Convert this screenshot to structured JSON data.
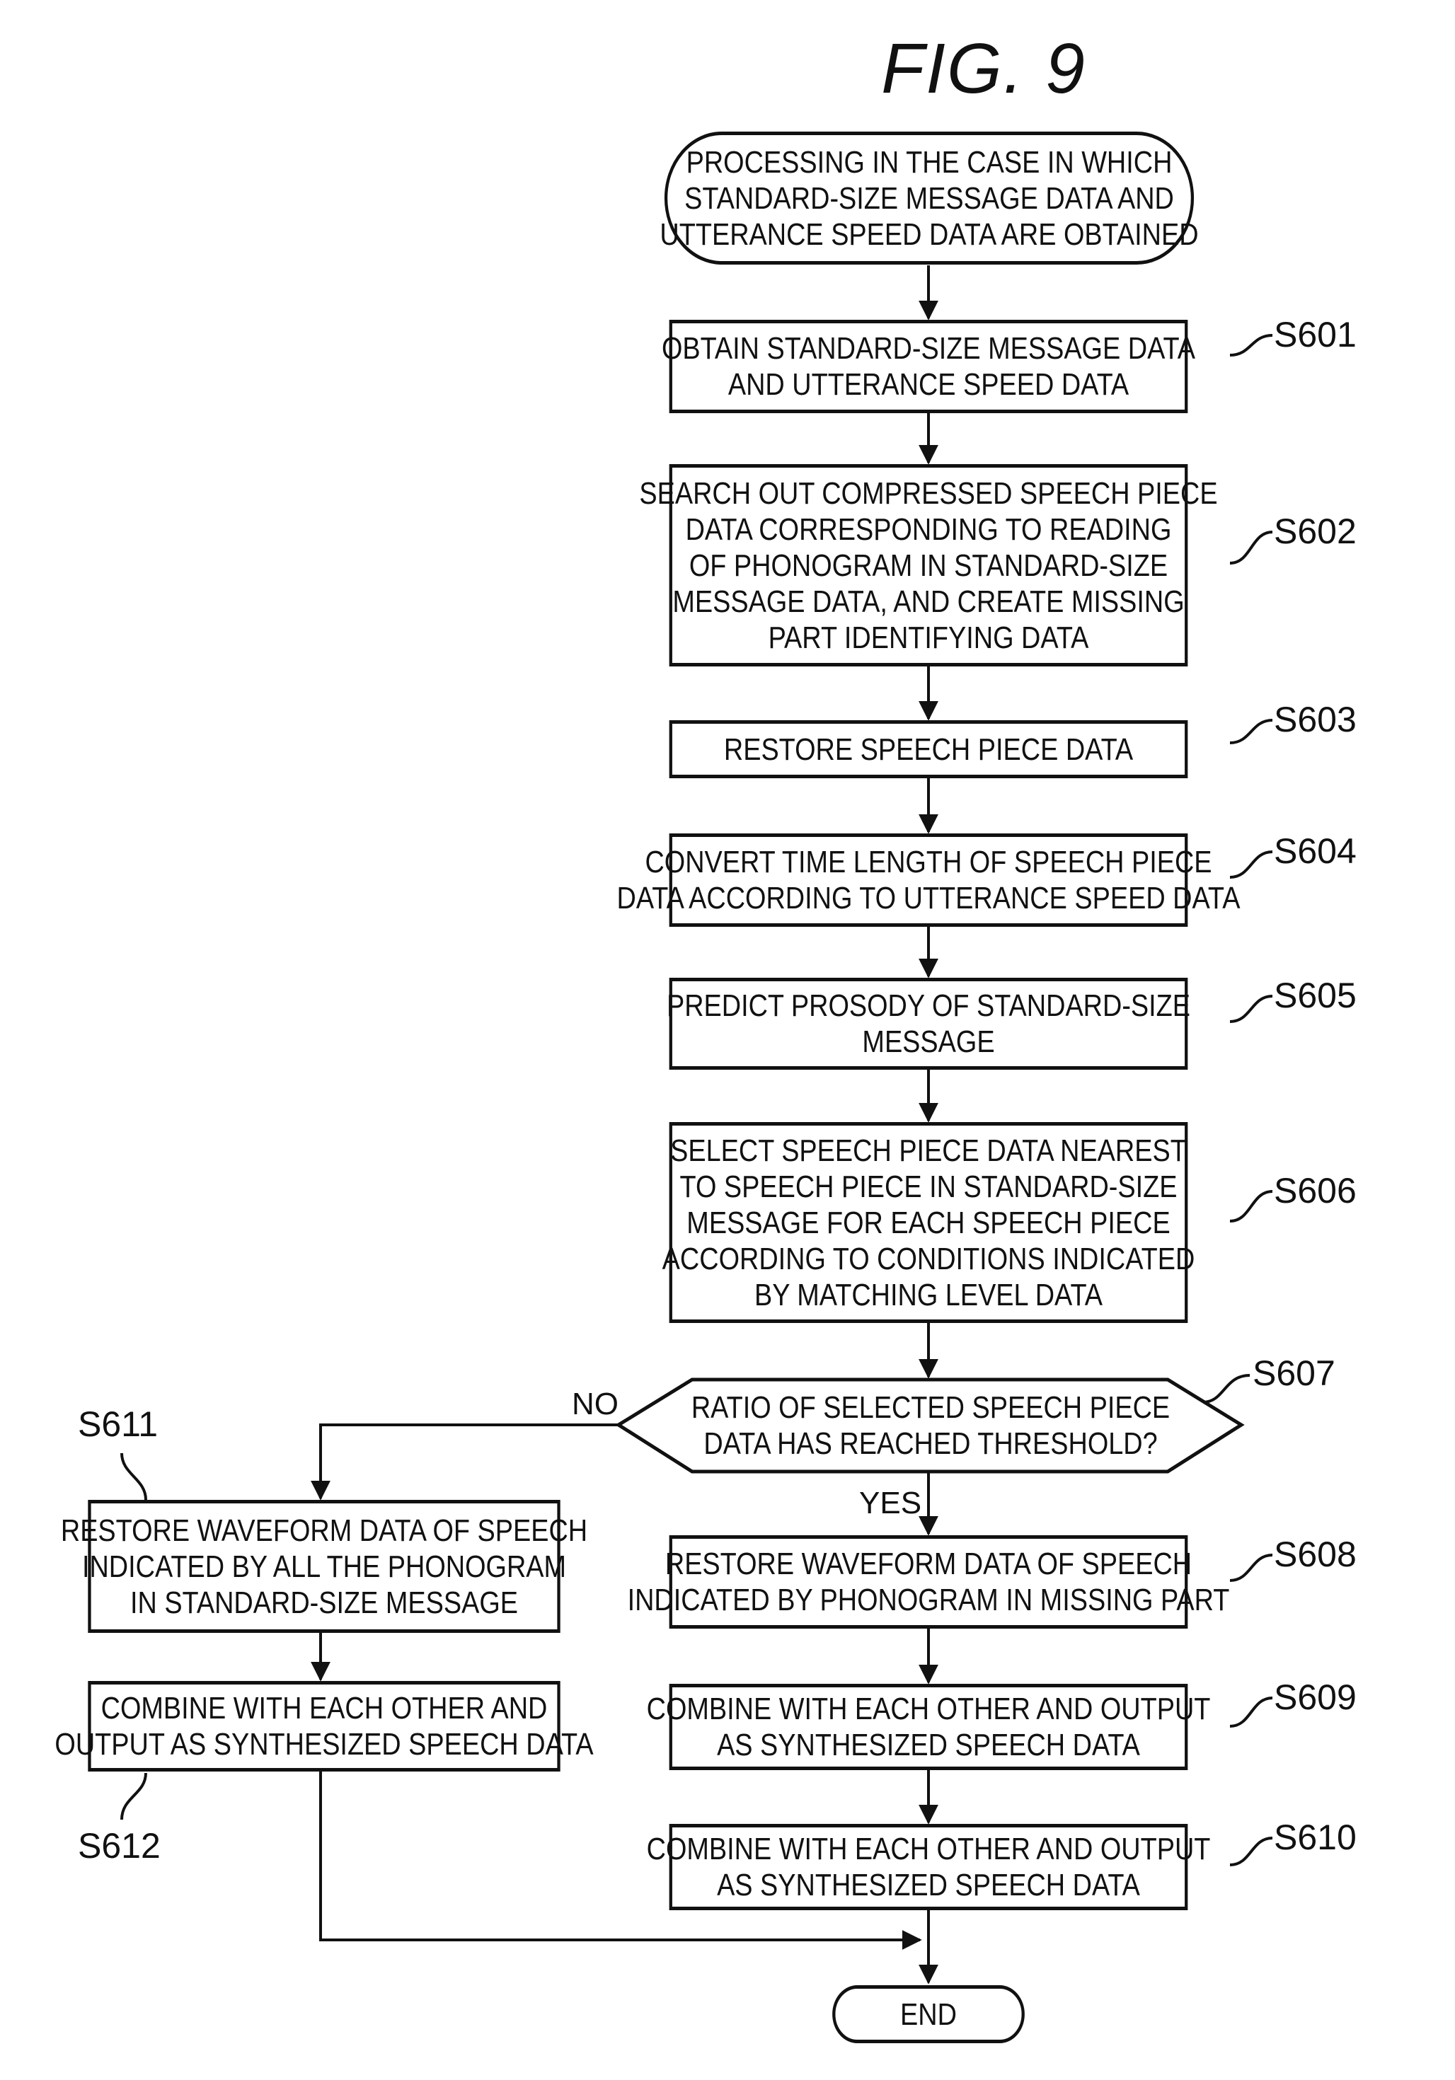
{
  "figure": {
    "title": "FIG.  9"
  },
  "start": {
    "lines": [
      "PROCESSING IN THE CASE IN WHICH",
      "STANDARD-SIZE MESSAGE DATA AND",
      "UTTERANCE SPEED DATA ARE OBTAINED"
    ]
  },
  "steps": {
    "s601": {
      "label": "S601",
      "lines": [
        "OBTAIN STANDARD-SIZE MESSAGE DATA",
        "AND UTTERANCE SPEED DATA"
      ]
    },
    "s602": {
      "label": "S602",
      "lines": [
        "SEARCH OUT COMPRESSED SPEECH PIECE",
        "DATA CORRESPONDING TO READING",
        "OF PHONOGRAM IN STANDARD-SIZE",
        "MESSAGE DATA, AND CREATE MISSING",
        "PART IDENTIFYING DATA"
      ]
    },
    "s603": {
      "label": "S603",
      "lines": [
        "RESTORE SPEECH PIECE DATA"
      ]
    },
    "s604": {
      "label": "S604",
      "lines": [
        "CONVERT TIME LENGTH OF SPEECH PIECE",
        "DATA ACCORDING TO UTTERANCE SPEED DATA"
      ]
    },
    "s605": {
      "label": "S605",
      "lines": [
        "PREDICT PROSODY OF STANDARD-SIZE",
        "MESSAGE"
      ]
    },
    "s606": {
      "label": "S606",
      "lines": [
        "SELECT SPEECH PIECE DATA NEAREST",
        "TO SPEECH PIECE IN STANDARD-SIZE",
        "MESSAGE FOR EACH SPEECH PIECE",
        "ACCORDING TO CONDITIONS INDICATED",
        "BY MATCHING LEVEL DATA"
      ]
    },
    "s607": {
      "label": "S607",
      "lines": [
        "RATIO OF SELECTED SPEECH PIECE",
        "DATA HAS REACHED THRESHOLD?"
      ]
    },
    "s608": {
      "label": "S608",
      "lines": [
        "RESTORE WAVEFORM DATA OF SPEECH",
        "INDICATED BY PHONOGRAM IN MISSING PART"
      ]
    },
    "s609": {
      "label": "S609",
      "lines": [
        "COMBINE WITH EACH OTHER AND OUTPUT",
        "AS SYNTHESIZED SPEECH DATA"
      ]
    },
    "s610": {
      "label": "S610",
      "lines": [
        "COMBINE WITH EACH OTHER AND OUTPUT",
        "AS SYNTHESIZED SPEECH DATA"
      ]
    },
    "s611": {
      "label": "S611",
      "lines": [
        "RESTORE WAVEFORM DATA OF SPEECH",
        "INDICATED BY ALL THE PHONOGRAM",
        "IN STANDARD-SIZE MESSAGE"
      ]
    },
    "s612": {
      "label": "S612",
      "lines": [
        "COMBINE WITH EACH OTHER AND",
        "OUTPUT AS SYNTHESIZED SPEECH DATA"
      ]
    }
  },
  "branches": {
    "yes": "YES",
    "no": "NO"
  },
  "end": {
    "label": "END"
  }
}
